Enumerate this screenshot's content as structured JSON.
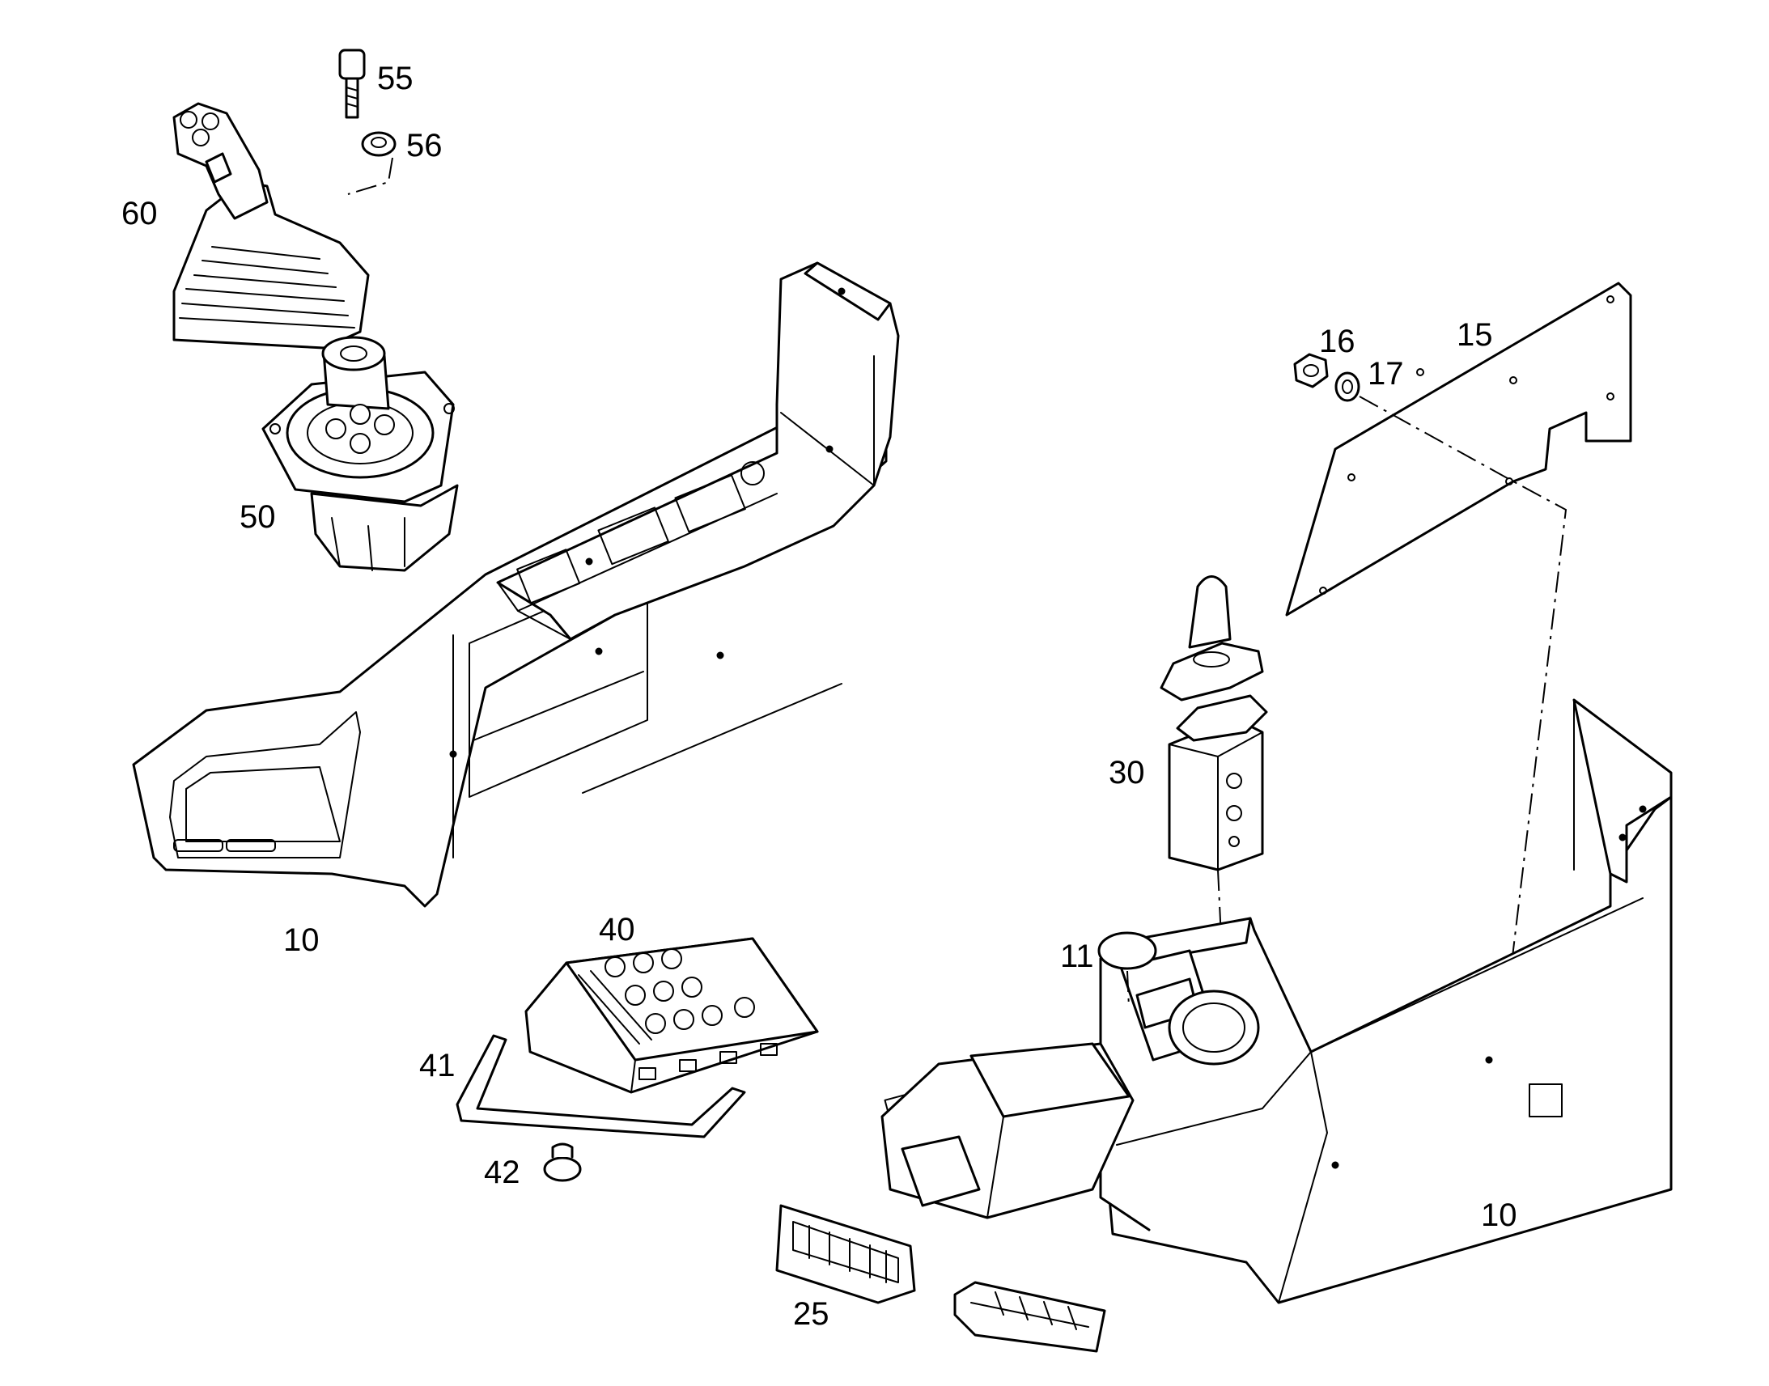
{
  "callouts": [
    {
      "id": "55",
      "text": "55"
    },
    {
      "id": "56",
      "text": "56"
    },
    {
      "id": "60",
      "text": "60"
    },
    {
      "id": "50",
      "text": "50"
    },
    {
      "id": "10a",
      "text": "10"
    },
    {
      "id": "16",
      "text": "16"
    },
    {
      "id": "17",
      "text": "17"
    },
    {
      "id": "15",
      "text": "15"
    },
    {
      "id": "30",
      "text": "30"
    },
    {
      "id": "40",
      "text": "40"
    },
    {
      "id": "41",
      "text": "41"
    },
    {
      "id": "42",
      "text": "42"
    },
    {
      "id": "11",
      "text": "11"
    },
    {
      "id": "25",
      "text": "25"
    },
    {
      "id": "10b",
      "text": "10"
    }
  ],
  "colors": {
    "line": "#000000",
    "background": "#ffffff"
  }
}
